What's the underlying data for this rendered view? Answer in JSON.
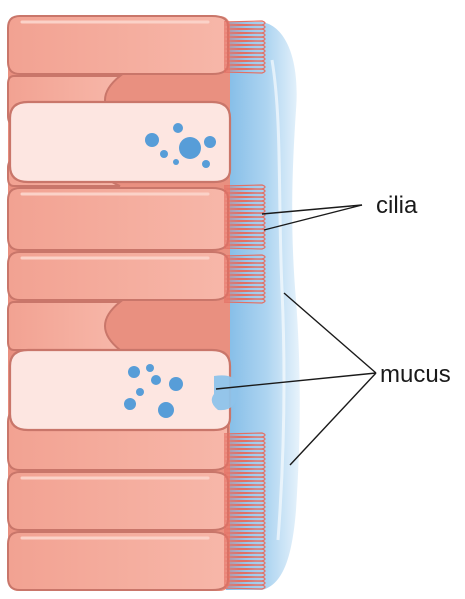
{
  "labels": {
    "cilia": "cilia",
    "mucus": "mucus"
  },
  "colors": {
    "cell_fill": "#f4a99a",
    "cell_edge": "#c9766a",
    "goblet_fill": "#fde6e1",
    "mucus_light": "#d6eaf8",
    "mucus_mid": "#8ec3ea",
    "mucus_dark": "#5ba3dc",
    "droplet": "#3a8fd6",
    "leader_line": "#1a1a1a"
  },
  "structure": {
    "ciliated_cells": 7,
    "goblet_cells": 2
  }
}
